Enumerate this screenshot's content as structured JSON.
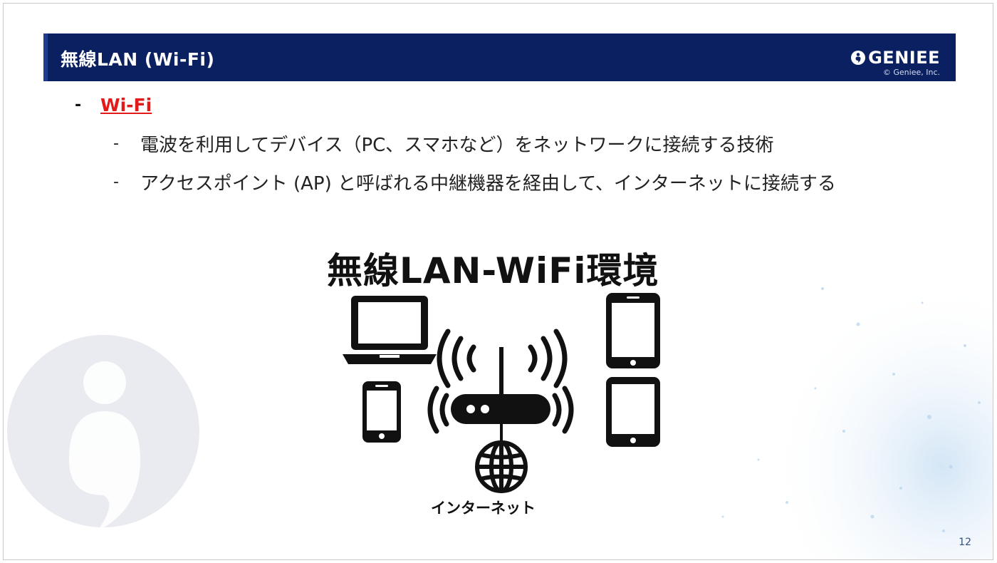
{
  "header": {
    "title": "無線LAN (Wi-Fi)",
    "logo_text": "GENIEE",
    "copyright": "© Geniee, Inc."
  },
  "content": {
    "bullet_dash": "-",
    "bullet": "Wi-Fi",
    "sub_dash": "-",
    "sub_items": [
      "電波を利用してデバイス（PC、スマホなど）をネットワークに接続する技術",
      "アクセスポイント (AP) と呼ばれる中継機器を経由して、インターネットに接続する"
    ]
  },
  "diagram": {
    "title": "無線LAN-WiFi環境",
    "internet_label": "インターネット",
    "icons": [
      "laptop-icon",
      "smartphone-icon",
      "router-icon",
      "globe-icon",
      "tablet-icon",
      "tablet-icon"
    ]
  },
  "colors": {
    "header_bg": "#0a2060",
    "link_red": "#e31a1a"
  },
  "page_number": "12"
}
